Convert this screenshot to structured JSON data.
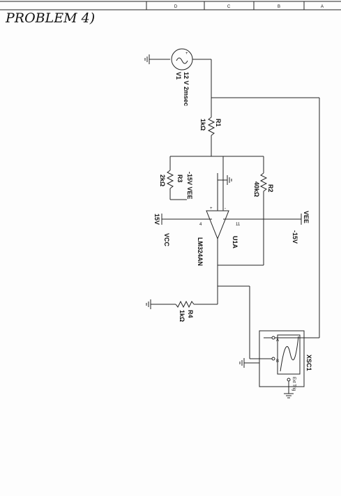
{
  "heading": "PROBLEM 4)",
  "strip": {
    "cells": [
      "D",
      "C",
      "B",
      "A"
    ]
  },
  "source": {
    "name": "V1",
    "spec": "12 V 2msec"
  },
  "r1": {
    "name": "R1",
    "value": "1kΩ"
  },
  "r2": {
    "name": "R2",
    "value": "40kΩ"
  },
  "r3": {
    "name": "R3",
    "value": "2kΩ"
  },
  "r4": {
    "name": "R4",
    "value": "1kΩ"
  },
  "opamp": {
    "name": "U1A",
    "part": "LM324AN",
    "plus": "+",
    "minus": "-",
    "pin4": "4",
    "pin11": "11"
  },
  "supply_neg": {
    "label": "-15V VEE"
  },
  "supply_pos": {
    "volts": "15V",
    "net": "VCC"
  },
  "vee_node": {
    "net": "VEE",
    "volts": "-15V"
  },
  "scope": {
    "name": "XSC1",
    "ch_a": "A",
    "ch_b": "B",
    "ext_trig": "Ext Trig"
  },
  "colors": {
    "ink": "#222222",
    "paper": "#fdfdfd",
    "pencil": "#333333"
  }
}
